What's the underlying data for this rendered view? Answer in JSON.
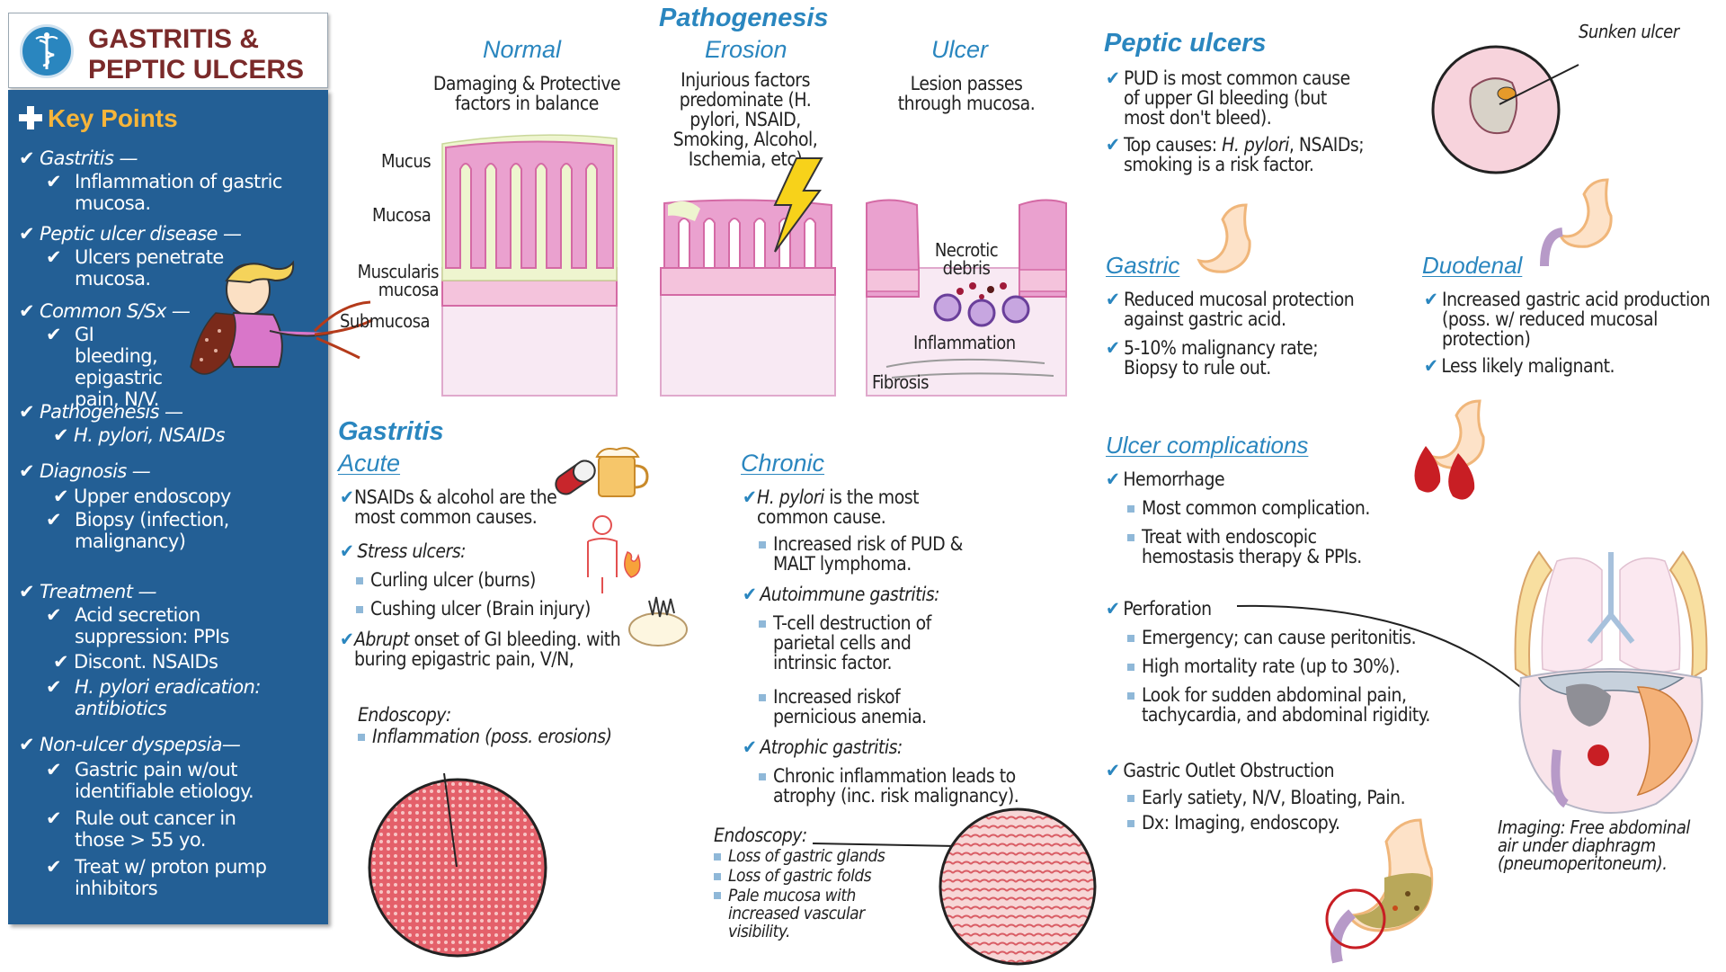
{
  "title": {
    "line1": "GASTRITIS &",
    "line2": "PEPTIC ULCERS"
  },
  "key_points": {
    "header": "Key Points",
    "items": [
      {
        "label": "Gastritis —",
        "subs": [
          "Inflammation of gastric mucosa."
        ]
      },
      {
        "label": "Peptic ulcer disease —",
        "subs": [
          "Ulcers penetrate mucosa."
        ]
      },
      {
        "label": "Common S/Sx —",
        "subs": [
          "GI bleeding, epigastric pain, N/V."
        ]
      },
      {
        "label": "Pathogenesis —",
        "subs": [
          "H. pylori, NSAIDs"
        ]
      },
      {
        "label": "Diagnosis —",
        "subs": [
          "Upper endoscopy",
          "Biopsy (infection, malignancy)"
        ]
      },
      {
        "label": "Treatment —",
        "subs": [
          "Acid secretion suppression: PPIs",
          "Discont. NSAIDs",
          "H. pylori eradication: antibiotics"
        ]
      },
      {
        "label": "Non-ulcer dyspepsia—",
        "subs": [
          "Gastric pain w/out identifiable etiology.",
          "Rule out cancer in those > 55 yo.",
          "Treat w/ proton pump inhibitors"
        ]
      }
    ]
  },
  "pathogenesis": {
    "title": "Pathogenesis",
    "columns": [
      {
        "name": "Normal",
        "desc": "Damaging & Protective factors in balance"
      },
      {
        "name": "Erosion",
        "desc": "Injurious factors predominate (H. pylori, NSAID, Smoking, Alcohol, Ischemia, etc)"
      },
      {
        "name": "Ulcer",
        "desc": "Lesion passes through mucosa."
      }
    ],
    "layers": [
      "Mucus",
      "Mucosa",
      "Muscularis mucosa",
      "Submucosa"
    ],
    "ulcer_labels": {
      "necrotic": "Necrotic debris",
      "inflammation": "Inflammation",
      "fibrosis": "Fibrosis"
    }
  },
  "gastritis": {
    "title": "Gastritis",
    "acute": {
      "title": "Acute",
      "p1": "NSAIDs & alcohol are the most common causes.",
      "p2": "Stress ulcers:",
      "b1": "Curling ulcer (burns)",
      "b2": "Cushing ulcer (Brain injury)",
      "p3a": "Abrupt",
      "p3b": " onset of GI bleeding.",
      "p3c": "with buring epigastric pain, V/N,",
      "endo_label": "Endoscopy:",
      "endo_item": "Inflammation (poss. erosions)"
    },
    "chronic": {
      "title": "Chronic",
      "p1a": "H. pylori",
      "p1b": " is the most common cause.",
      "b1": "Increased risk of PUD & MALT lymphoma.",
      "p2": "Autoimmune gastritis:",
      "b2": "T-cell destruction of parietal cells and intrinsic factor.",
      "b3": "Increased riskof pernicious anemia.",
      "p3": "Atrophic gastritis:",
      "b4": "Chronic inflammation leads to atrophy (inc. risk malignancy).",
      "endo_label": "Endoscopy:",
      "endo_items": [
        "Loss of gastric glands",
        "Loss of gastric folds",
        "Pale mucosa with increased vascular visibility."
      ]
    }
  },
  "peptic": {
    "title": "Peptic ulcers",
    "p1": "PUD is most common cause of upper GI bleeding (but most don't bleed).",
    "p2a": "Top causes: ",
    "p2b": "H. pylori",
    "p2c": ", NSAIDs; smoking is a risk factor.",
    "sunken": "Sunken ulcer",
    "gastric": {
      "title": "Gastric",
      "p1": "Reduced mucosal protection against gastric acid.",
      "p2": "5-10% malignancy rate; Biopsy to rule out."
    },
    "duodenal": {
      "title": "Duodenal",
      "p1": "Increased gastric acid production (poss. w/ reduced mucosal protection)",
      "p2": "Less likely malignant."
    }
  },
  "complications": {
    "title": "Ulcer complications",
    "hemorrhage": {
      "label": "Hemorrhage",
      "items": [
        "Most common complication.",
        "Treat with endoscopic hemostasis therapy & PPIs."
      ]
    },
    "perforation": {
      "label": "Perforation",
      "items": [
        "Emergency; can cause peritonitis.",
        "High mortality rate (up to 30%).",
        "Look for sudden abdominal pain, tachycardia, and abdominal rigidity."
      ]
    },
    "goo": {
      "label": "Gastric Outlet Obstruction",
      "items": [
        "Early satiety, N/V, Bloating, Pain.",
        "Dx: Imaging, endoscopy."
      ]
    },
    "imaging": "Imaging: Free abdominal air under diaphragm (pneumoperitoneum)."
  },
  "colors": {
    "panel": "#235f95",
    "accent": "#2a86bf",
    "gold": "#f6b53a",
    "title": "#7a2a2a"
  }
}
